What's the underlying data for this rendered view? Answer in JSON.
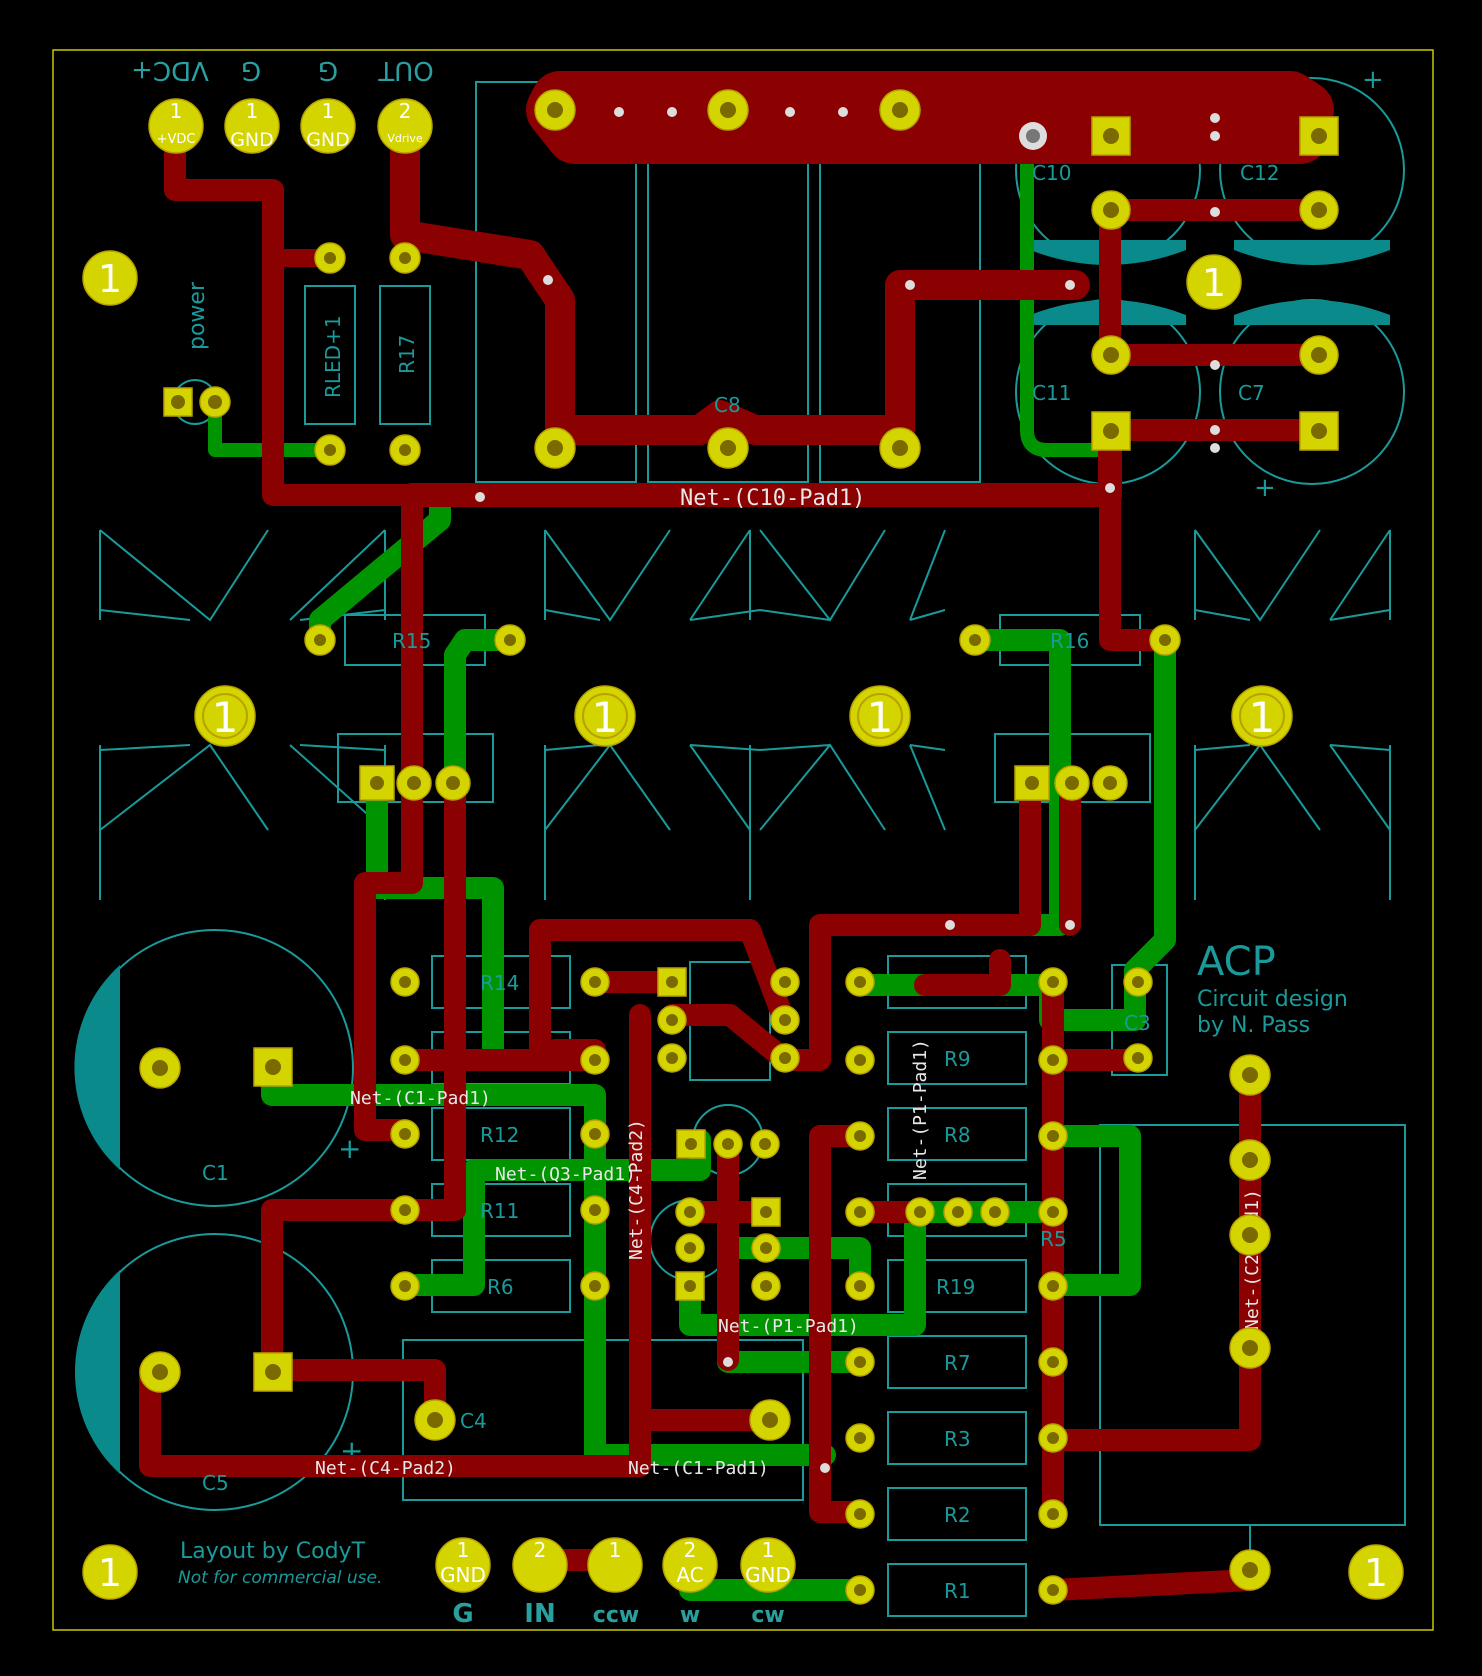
{
  "header_labels": {
    "vdc": "VDC+",
    "g1": "G",
    "g2": "G",
    "out": "OUT"
  },
  "top_connectors": [
    {
      "num": "1",
      "net": "+VDC"
    },
    {
      "num": "1",
      "net": "GND"
    },
    {
      "num": "1",
      "net": "GND"
    },
    {
      "num": "2",
      "net": "Vdrive"
    }
  ],
  "bottom_connectors": [
    {
      "num": "1",
      "net": "GND"
    },
    {
      "num": "2",
      "net": ""
    },
    {
      "num": "1",
      "net": ""
    },
    {
      "num": "2",
      "net": "AC"
    },
    {
      "num": "1",
      "net": "GND"
    }
  ],
  "bottom_labels": {
    "g": "G",
    "in": "IN",
    "ccw": "ccw",
    "w": "w",
    "cw": "cw"
  },
  "mount_hole_label": "1",
  "components": {
    "power_led": "power",
    "rled": "RLED+1",
    "r17": "R17",
    "c8": "C8",
    "c10": "C10",
    "c12": "C12",
    "c11": "C11",
    "c7": "C7",
    "r15": "R15",
    "r16": "R16",
    "r14": "R14",
    "r12": "R12",
    "r11": "R11",
    "r6": "R6",
    "r9": "R9",
    "r8": "R8",
    "r5": "R5",
    "r19": "R19",
    "r7": "R7",
    "r3": "R3",
    "r2": "R2",
    "r1": "R1",
    "c1": "C1",
    "c3": "C3",
    "c4": "C4",
    "c5": "C5"
  },
  "net_labels": {
    "c10_pad1": "Net-(C10-Pad1)",
    "c1_pad1_a": "Net-(C1-Pad1)",
    "q3_pad": "Net-(Q3-Pad1)",
    "c4_pad2_v": "Net-(C4-Pad2)",
    "p1_pad1_v": "Net-(P1-Pad1)",
    "p1_pad1_h": "Net-(P1-Pad1)",
    "c2_pad1_v": "Net-(C2-Pad1)",
    "c4_pad2_h": "Net-(C4-Pad2)",
    "c1_pad1_b": "Net-(C1-Pad1)"
  },
  "title": {
    "name": "ACP",
    "line1": "Circuit design",
    "line2": "by N. Pass"
  },
  "credits": {
    "layout": "Layout by CodyT",
    "note": "Not for commercial use."
  },
  "colors": {
    "copper_top": "#8b0000",
    "copper_bottom": "#009400",
    "silkscreen": "#1a9a9a",
    "pad": "#d4d400",
    "board_edge": "#c8c800",
    "background": "#000000"
  }
}
